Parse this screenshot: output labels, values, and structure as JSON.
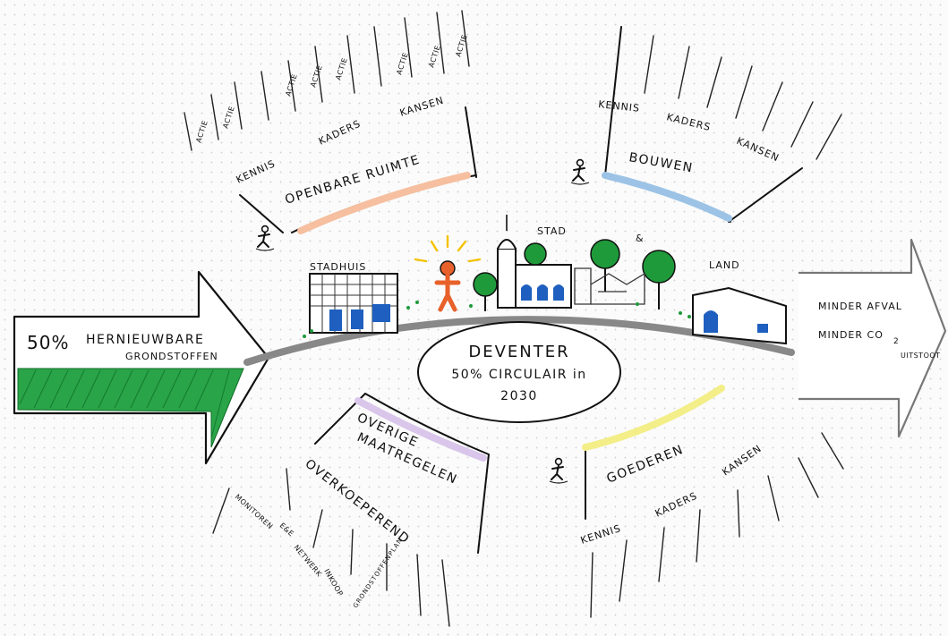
{
  "center": {
    "title": "DEVENTER",
    "subtitle": "50% CIRCULAIR in",
    "year": "2030"
  },
  "left_arrow": {
    "percent": "50%",
    "line1": "HERNIEUWBARE",
    "line2": "GRONDSTOFFEN",
    "color": "#1e9a3c"
  },
  "right_arrow": {
    "line1": "MINDER AFVAL",
    "line2": "MINDER CO",
    "subscript": "2",
    "line3": "UITSTOOT"
  },
  "skyline": {
    "city_hall": "STADHUIS",
    "stad": "STAD",
    "amp": "&",
    "land": "LAND"
  },
  "sections": {
    "openbare_ruimte": {
      "title": "OPENBARE RUIMTE",
      "color": "#f6bfa0",
      "cols": [
        "KENNIS",
        "KADERS",
        "KANSEN"
      ],
      "actions": [
        "ACTIE",
        "ACTIE",
        "ACTIE",
        "ACTIE",
        "ACTIE",
        "ACTIE",
        "ACTIE",
        "ACTIE"
      ]
    },
    "bouwen": {
      "title": "BOUWEN",
      "color": "#9cc3e5",
      "cols": [
        "KENNIS",
        "KADERS",
        "KANSEN"
      ]
    },
    "overige": {
      "title1": "OVERIGE",
      "title2": "MAATREGELEN",
      "title3": "OVERKOEPEREND",
      "color": "#d9c6ea",
      "items": [
        "MONITOREN",
        "E&E",
        "NETWERK",
        "INKOOP",
        "GRONDSTOFFENPLAN"
      ]
    },
    "goederen": {
      "title": "GOEDEREN",
      "color": "#f3ee88",
      "cols": [
        "KENNIS",
        "KADERS",
        "KANSEN"
      ]
    }
  }
}
